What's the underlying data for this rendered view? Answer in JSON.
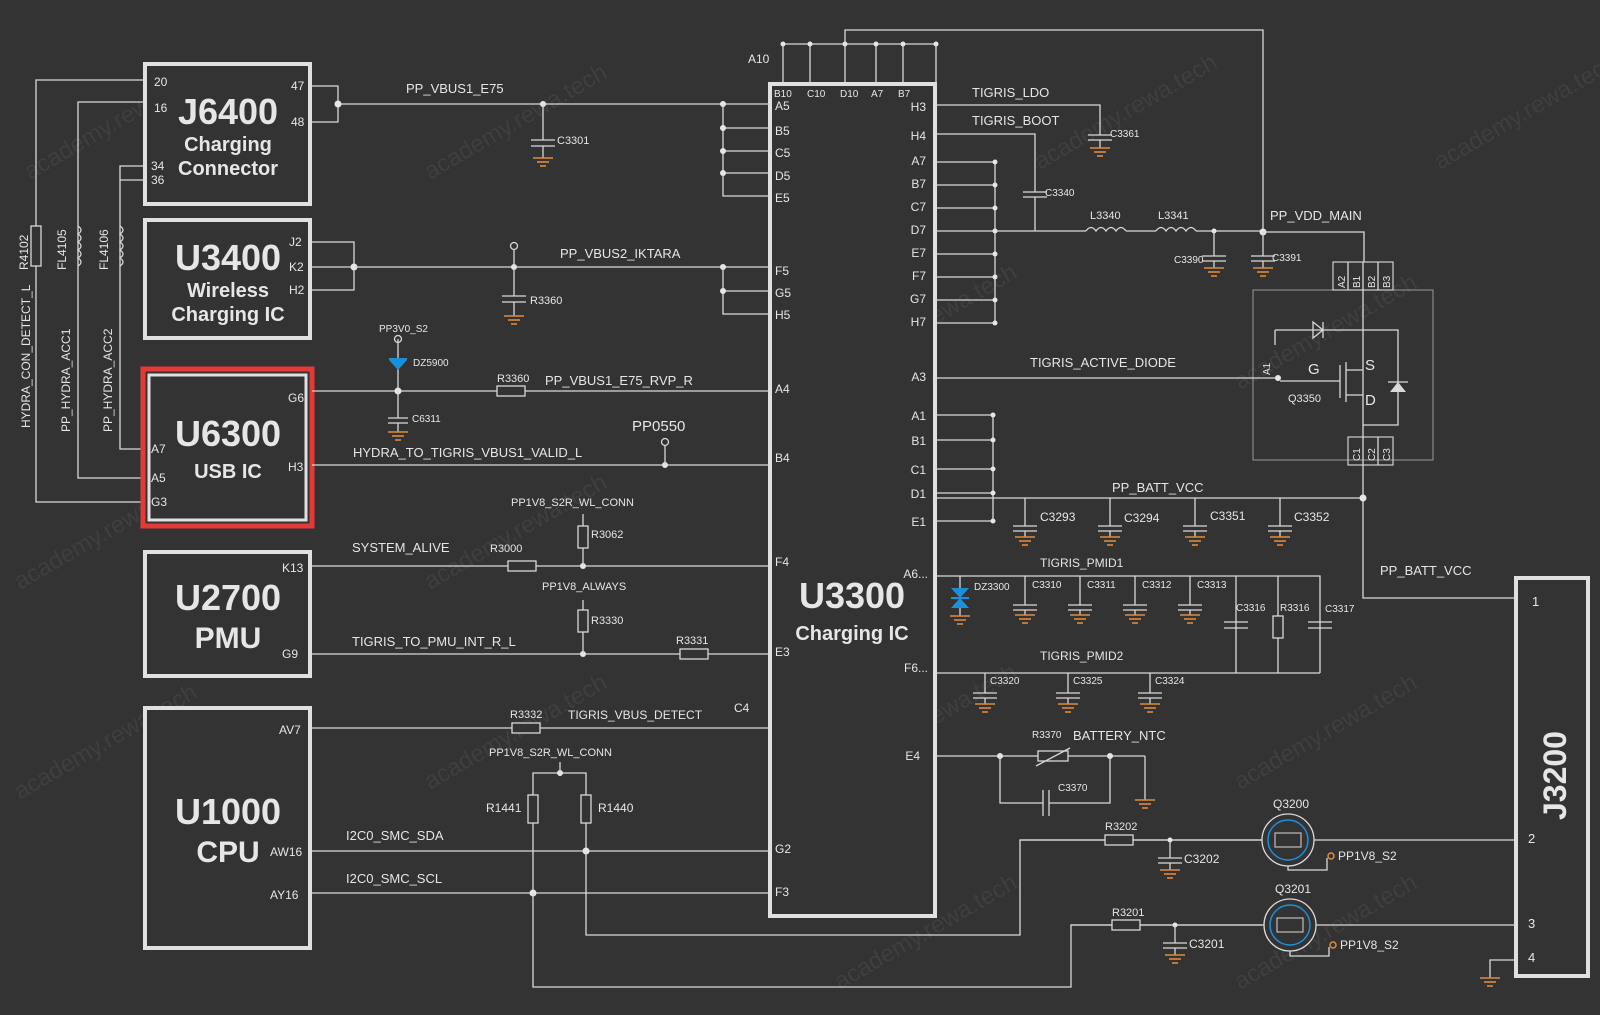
{
  "watermark": "academy.rewa.tech",
  "colors": {
    "background": "#333333",
    "wire": "#d9d9d9",
    "ground": "#e08a3c",
    "highlight": "#e53935",
    "diode": "#1a90d9"
  },
  "chips": {
    "j6400": {
      "name": "J6400",
      "line1": "Charging",
      "line2": "Connector",
      "pins": [
        "20",
        "16",
        "34",
        "36",
        "47",
        "48"
      ]
    },
    "u3400": {
      "name": "U3400",
      "line1": "Wireless",
      "line2": "Charging IC",
      "pins": [
        "J2",
        "K2",
        "H2"
      ]
    },
    "u6300": {
      "name": "U6300",
      "line1": "USB IC",
      "pins": [
        "G6",
        "A7",
        "A5",
        "G3",
        "H3"
      ]
    },
    "u2700": {
      "name": "U2700",
      "line1": "PMU",
      "pins": [
        "K13",
        "G9"
      ]
    },
    "u1000": {
      "name": "U1000",
      "line1": "CPU",
      "pins": [
        "AV7",
        "AW16",
        "AY16"
      ]
    },
    "u3300": {
      "name": "U3300",
      "line1": "Charging IC",
      "left_pins": [
        "A5",
        "B5",
        "C5",
        "D5",
        "E5",
        "F5",
        "G5",
        "H5",
        "A4",
        "B4",
        "F4",
        "E3",
        "C4",
        "G2",
        "F3"
      ],
      "top_pins": [
        "A10",
        "B10",
        "C10",
        "D10",
        "A7",
        "B7"
      ],
      "right_pins": [
        "H3",
        "H4",
        "A7",
        "B7",
        "C7",
        "D7",
        "E7",
        "F7",
        "G7",
        "H7",
        "A3",
        "A1",
        "B1",
        "C1",
        "D1",
        "E1",
        "A6...",
        "F6...",
        "E4"
      ]
    },
    "j3200": {
      "name": "J3200",
      "pins": [
        "1",
        "2",
        "3",
        "4"
      ]
    }
  },
  "nets": {
    "pp_vbus1_e75": "PP_VBUS1_E75",
    "pp_vbus2_iktara": "PP_VBUS2_IKTARA",
    "pp_vbus1_e75_rvp_r": "PP_VBUS1_E75_RVP_R",
    "hydra_to_tigris": "HYDRA_TO_TIGRIS_VBUS1_VALID_L",
    "pp0550": "PP0550",
    "pp3v0_s2": "PP3V0_S2",
    "pp1v8_s2r_wl_conn": "PP1V8_S2R_WL_CONN",
    "system_alive": "SYSTEM_ALIVE",
    "pp1v8_always": "PP1V8_ALWAYS",
    "tigris_to_pmu": "TIGRIS_TO_PMU_INT_R_L",
    "tigris_vbus_detect": "TIGRIS_VBUS_DETECT",
    "i2c0_sda": "I2C0_SMC_SDA",
    "i2c0_scl": "I2C0_SMC_SCL",
    "tigris_ldo": "TIGRIS_LDO",
    "tigris_boot": "TIGRIS_BOOT",
    "pp_vdd_main": "PP_VDD_MAIN",
    "tigris_active_diode": "TIGRIS_ACTIVE_DIODE",
    "pp_batt_vcc": "PP_BATT_VCC",
    "tigris_pmid1": "TIGRIS_PMID1",
    "tigris_pmid2": "TIGRIS_PMID2",
    "battery_ntc": "BATTERY_NTC",
    "pp1v8_s2": "PP1V8_S2",
    "hydra_con_detect": "HYDRA_CON_DETECT_L",
    "pp_hydra_acc1": "PP_HYDRA_ACC1",
    "pp_hydra_acc2": "PP_HYDRA_ACC2"
  },
  "components": {
    "r4102": "R4102",
    "fl4105": "FL4105",
    "fl4106": "FL4106",
    "c3301": "C3301",
    "r3360a": "R3360",
    "r3360b": "R3360",
    "dz5900": "DZ5900",
    "c6311": "C6311",
    "r3062": "R3062",
    "r3000": "R3000",
    "r3330": "R3330",
    "r3331": "R3331",
    "r3332": "R3332",
    "r1441": "R1441",
    "r1440": "R1440",
    "c3361": "C3361",
    "c3340": "C3340",
    "l3340": "L3340",
    "l3341": "L3341",
    "c3390": "C3390",
    "c3391": "C3391",
    "q3350": "Q3350",
    "q_g": "G",
    "q_s": "S",
    "q_d": "D",
    "q_pins_top": [
      "A2",
      "B1",
      "B2",
      "B3"
    ],
    "q_pin_a1": "A1",
    "q_pins_bot": [
      "C1",
      "C2",
      "C3"
    ],
    "c3293": "C3293",
    "c3294": "C3294",
    "c3351": "C3351",
    "c3352": "C3352",
    "dz3300": "DZ3300",
    "c3310": "C3310",
    "c3311": "C3311",
    "c3312": "C3312",
    "c3313": "C3313",
    "c3316": "C3316",
    "r3316": "R3316",
    "c3317": "C3317",
    "c3320": "C3320",
    "c3325": "C3325",
    "c3324": "C3324",
    "r3370": "R3370",
    "c3370": "C3370",
    "r3202": "R3202",
    "c3202": "C3202",
    "q3200": "Q3200",
    "r3201": "R3201",
    "c3201": "C3201",
    "q3201": "Q3201"
  }
}
